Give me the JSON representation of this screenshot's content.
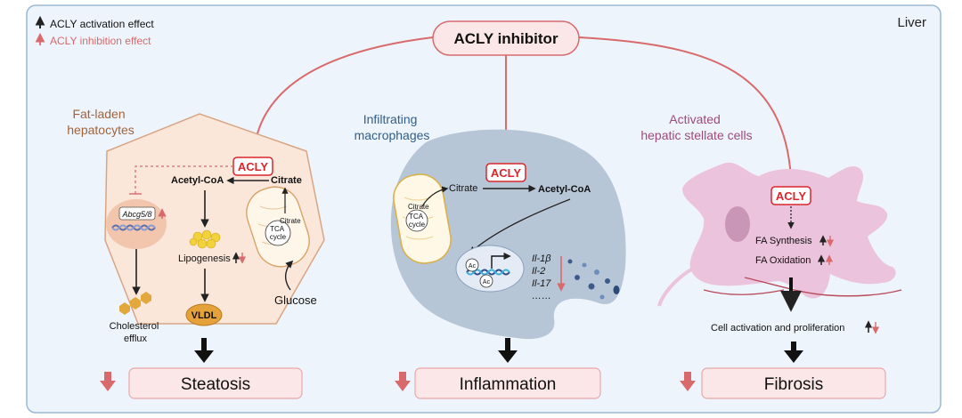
{
  "legend": {
    "activation": "ACLY activation effect",
    "inhibition": "ACLY inhibition effect"
  },
  "organ_label": "Liver",
  "inhibitor_label": "ACLY inhibitor",
  "hepatocyte": {
    "title_line1": "Fat-laden",
    "title_line2": "hepatocytes",
    "acly": "ACLY",
    "acetyl_coa": "Acetyl-CoA",
    "citrate": "Citrate",
    "gene": "Abcg5/8",
    "mito_citrate": "Citrate",
    "tca_line1": "TCA",
    "tca_line2": "cycle",
    "lipogenesis": "Lipogenesis",
    "glucose": "Glucose",
    "vldl": "VLDL",
    "efflux_line1": "Cholesterol",
    "efflux_line2": "efflux",
    "outcome": "Steatosis"
  },
  "macrophage": {
    "title_line1": "Infiltrating",
    "title_line2": "macrophages",
    "acly": "ACLY",
    "citrate": "Citrate",
    "mito_citrate": "Citrate",
    "tca_line1": "TCA",
    "tca_line2": "cycle",
    "acetyl_coa": "Acetyl-CoA",
    "ac": "Ac",
    "cytokines": [
      "Il-1β",
      "Il-2",
      "Il-17",
      "……"
    ],
    "outcome": "Inflammation"
  },
  "stellate": {
    "title_line1": "Activated",
    "title_line2": "hepatic stellate cells",
    "acly": "ACLY",
    "fa_synthesis": "FA Synthesis",
    "fa_oxidation": "FA Oxidation",
    "activation": "Cell activation and proliferation",
    "outcome": "Fibrosis"
  },
  "colors": {
    "panel_bg": "#eef4fb",
    "panel_border": "#9bb8d6",
    "inhibitor_red": "#d86a6c",
    "outcome_fill": "#fce7e8",
    "acly_red": "#d9262c",
    "hepatocyte_fill": "#fbe7da",
    "macrophage_fill": "#b7c6d6",
    "stellate_fill": "#ecc3dc"
  }
}
